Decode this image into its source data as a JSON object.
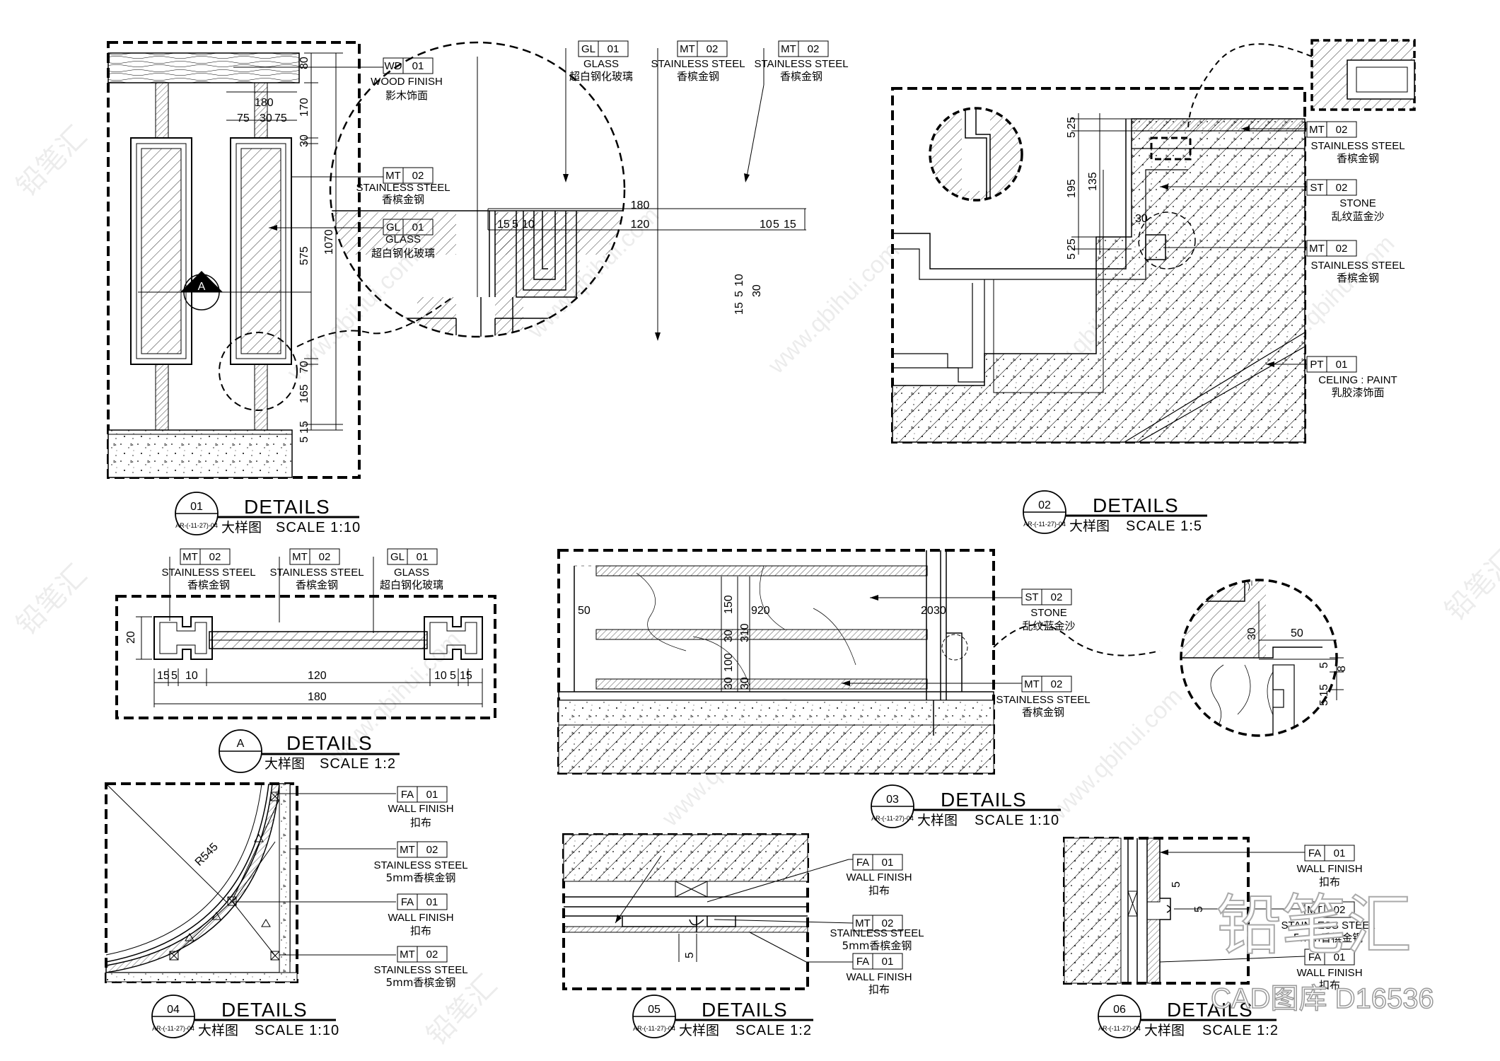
{
  "tags": {
    "wd01": {
      "code": "WD",
      "num": "01",
      "en": "WOOD FINISH",
      "cn": "影木饰面"
    },
    "gl01": {
      "code": "GL",
      "num": "01",
      "en": "GLASS",
      "cn": "超白钢化玻璃"
    },
    "mt02": {
      "code": "MT",
      "num": "02",
      "en": "STAINLESS STEEL",
      "cn": "香槟金钢"
    },
    "mt02_5mm": {
      "code": "MT",
      "num": "02",
      "en": "STAINLESS STEEL",
      "cn": "5mm香槟金钢"
    },
    "st02": {
      "code": "ST",
      "num": "02",
      "en": "STONE",
      "cn": "乱纹蓝金沙"
    },
    "pt01": {
      "code": "PT",
      "num": "01",
      "en": "CELING : PAINT",
      "cn": "乳胶漆饰面"
    },
    "fa01": {
      "code": "FA",
      "num": "01",
      "en": "WALL FINISH",
      "cn": "扣布"
    }
  },
  "details": [
    {
      "id": "d01",
      "number": "01",
      "title": "DETAILS",
      "sub_cn": "大样图",
      "scale": "SCALE 1:10",
      "ref": "AR-(-11-27)-04"
    },
    {
      "id": "d02",
      "number": "02",
      "title": "DETAILS",
      "sub_cn": "大样图",
      "scale": "SCALE 1:5",
      "ref": "AR-(-11-27)-04"
    },
    {
      "id": "dA",
      "number": "A",
      "title": "DETAILS",
      "sub_cn": "大样图",
      "scale": "SCALE 1:2",
      "ref": ""
    },
    {
      "id": "d03",
      "number": "03",
      "title": "DETAILS",
      "sub_cn": "大样图",
      "scale": "SCALE 1:10",
      "ref": "AR-(-11-27)-04"
    },
    {
      "id": "d04",
      "number": "04",
      "title": "DETAILS",
      "sub_cn": "大样图",
      "scale": "SCALE 1:10",
      "ref": "AR-(-11-27)-04"
    },
    {
      "id": "d05",
      "number": "05",
      "title": "DETAILS",
      "sub_cn": "大样图",
      "scale": "SCALE 1:2",
      "ref": "AR-(-11-27)-04"
    },
    {
      "id": "d06",
      "number": "06",
      "title": "DETAILS",
      "sub_cn": "大样图",
      "scale": "SCALE 1:2",
      "ref": "AR-(-11-27)-04"
    }
  ],
  "dims": {
    "d01": {
      "top": "80",
      "w180": "180",
      "w75a": "75",
      "w30": "30",
      "w75b": "75",
      "h170": "170",
      "h30": "30",
      "h575": "575",
      "h1070": "1070",
      "h70": "70",
      "h165": "165",
      "h15": "15",
      "h5": "5"
    },
    "circle1": {
      "w180": "180",
      "w120": "120",
      "w15a": "15",
      "w5a": "5",
      "w10a": "10",
      "w10b": "10",
      "w5b": "5",
      "w15b": "15",
      "h15": "15",
      "h5": "5",
      "h10": "10",
      "h30": "30"
    },
    "dA": {
      "h20": "20",
      "w15a": "15",
      "w5a": "5",
      "w10a": "10",
      "w120": "120",
      "w10b": "10",
      "w5b": "5",
      "w15b": "15",
      "w180": "180"
    },
    "d02": {
      "h25a": "25",
      "h5a": "5",
      "h195": "195",
      "h135": "135",
      "h25b": "25",
      "h5b": "5",
      "w30": "30"
    },
    "d03": {
      "w50": "50",
      "h150": "150",
      "w920": "920",
      "w20": "20",
      "w30": "30",
      "h30a": "30",
      "h310": "310",
      "h100": "100",
      "h30b": "30",
      "h30c": "30"
    },
    "circle3": {
      "h30": "30",
      "w50": "50",
      "h5": "5",
      "h8": "8",
      "h15": "15",
      "h5b": "5"
    },
    "d04": {
      "r": "R545"
    },
    "d05": {
      "h5": "5"
    },
    "d06": {
      "h5a": "5",
      "h5b": "5"
    }
  },
  "watermarks": {
    "url": "www.qbihui.com",
    "brand_cn": "铅笔汇",
    "stamp_cn": "铅笔汇",
    "stamp_en": "CAD图库 D16536"
  },
  "section_marker": "A"
}
